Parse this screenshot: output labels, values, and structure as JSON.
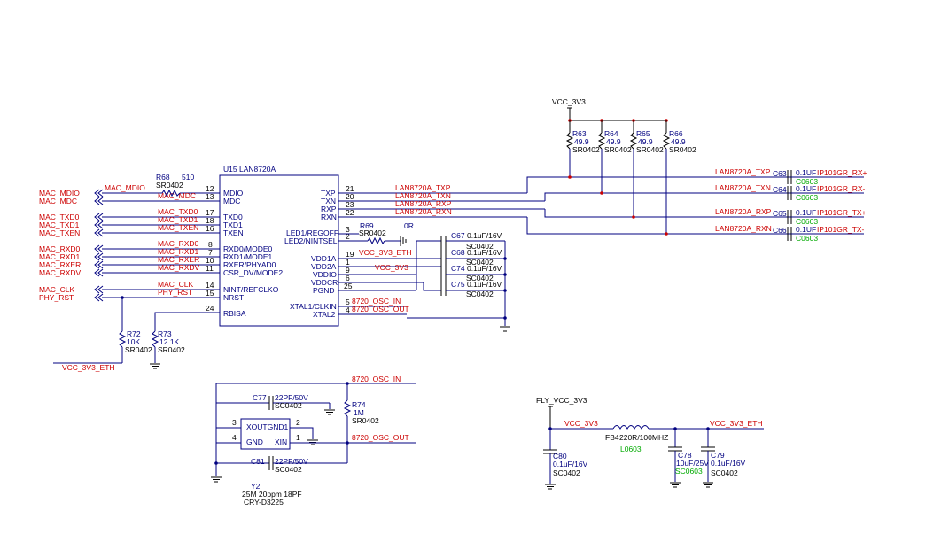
{
  "colors": {
    "wire": "#000080",
    "net": "#cc0000",
    "part": "#000080",
    "green": "#00aa00"
  },
  "u15": {
    "ref": "U15",
    "value": "LAN8720A",
    "left_pins": [
      {
        "num": "12",
        "name": "MDIO"
      },
      {
        "num": "13",
        "name": "MDC"
      },
      {
        "num": "17",
        "name": "TXD0"
      },
      {
        "num": "18",
        "name": "TXD1"
      },
      {
        "num": "16",
        "name": "TXEN"
      },
      {
        "num": "8",
        "name": "RXD0/MODE0"
      },
      {
        "num": "7",
        "name": "RXD1/MODE1"
      },
      {
        "num": "10",
        "name": "RXER/PHYAD0"
      },
      {
        "num": "11",
        "name": "CSR_DV/MODE2"
      },
      {
        "num": "14",
        "name": "NINT/REFCLKO"
      },
      {
        "num": "15",
        "name": "NRST"
      },
      {
        "num": "24",
        "name": "RBISA"
      }
    ],
    "right_pins": [
      {
        "num": "21",
        "name": "TXP"
      },
      {
        "num": "20",
        "name": "TXN"
      },
      {
        "num": "23",
        "name": "RXP"
      },
      {
        "num": "22",
        "name": "RXN"
      },
      {
        "num": "3",
        "name": "LED1/REGOFF"
      },
      {
        "num": "2",
        "name": "LED2/NINTSEL"
      },
      {
        "num": "19",
        "name": "VDD1A"
      },
      {
        "num": "1",
        "name": "VDD2A"
      },
      {
        "num": "9",
        "name": "VDDIO"
      },
      {
        "num": "6",
        "name": "VDDCR"
      },
      {
        "num": "25",
        "name": "PGND"
      },
      {
        "num": "5",
        "name": "XTAL1/CLKIN"
      },
      {
        "num": "4",
        "name": "XTAL2"
      }
    ]
  },
  "mac_ports": [
    "MAC_MDIO",
    "MAC_MDC",
    "MAC_TXD0",
    "MAC_TXD1",
    "MAC_TXEN",
    "MAC_RXD0",
    "MAC_RXD1",
    "MAC_RXER",
    "MAC_RXDV",
    "MAC_CLK",
    "PHY_RST"
  ],
  "mac_wire_labels": [
    "MAC_MDIO",
    "MAC_MDC",
    "MAC_TXD0",
    "MAC_TXD1",
    "MAC_TXEN",
    "MAC_RXD0",
    "MAC_RXD1",
    "MAC_RXER",
    "MAC_RXDV",
    "MAC_CLK",
    "PHY_RST"
  ],
  "r68": {
    "ref": "R68",
    "value": "510",
    "footprint": "SR0402"
  },
  "r69": {
    "ref": "R69",
    "value": "0R",
    "footprint": "SR0402"
  },
  "r72": {
    "ref": "R72",
    "value": "10K",
    "footprint": "SR0402"
  },
  "r73": {
    "ref": "R73",
    "value": "12.1K",
    "footprint": "SR0402"
  },
  "vcc_eth_left": "VCC_3V3_ETH",
  "pwr_nets": {
    "vdd1a": "VCC_3V3_ETH",
    "vdd2a": "VCC_3V3"
  },
  "osc_nets": {
    "in": "8720_OSC_IN",
    "out": "8720_OSC_OUT"
  },
  "decoupling": [
    {
      "ref": "C67",
      "value": "0.1uF/16V",
      "footprint": "SC0402"
    },
    {
      "ref": "C68",
      "value": "0.1uF/16V",
      "footprint": "SC0402"
    },
    {
      "ref": "C74",
      "value": "0.1uF/16V",
      "footprint": "SC0402"
    },
    {
      "ref": "C75",
      "value": "0.1uF/16V",
      "footprint": "SC0402"
    }
  ],
  "pullups": {
    "supply": "VCC_3V3",
    "resistors": [
      {
        "ref": "R63",
        "value": "49.9",
        "footprint": "SR0402"
      },
      {
        "ref": "R64",
        "value": "49.9",
        "footprint": "SR0402"
      },
      {
        "ref": "R65",
        "value": "49.9",
        "footprint": "SR0402"
      },
      {
        "ref": "R66",
        "value": "49.9",
        "footprint": "SR0402"
      }
    ]
  },
  "eth_lines": [
    {
      "net": "LAN8720A_TXP",
      "cap": "C63",
      "value": "0.1UF",
      "port": "IP101GR_RX+",
      "footprint": "C0603"
    },
    {
      "net": "LAN8720A_TXN",
      "cap": "C64",
      "value": "0.1UF",
      "port": "IP101GR_RX-",
      "footprint": "C0603"
    },
    {
      "net": "LAN8720A_RXP",
      "cap": "C65",
      "value": "0.1UF",
      "port": "IP101GR_TX+",
      "footprint": "C0603"
    },
    {
      "net": "LAN8720A_RXN",
      "cap": "C66",
      "value": "0.1UF",
      "port": "IP101GR_TX-",
      "footprint": "C0603"
    }
  ],
  "eth_wire_labels": [
    "LAN8720A_TXP",
    "LAN8720A_TXN",
    "LAN8720A_RXP",
    "LAN8720A_RXN"
  ],
  "crystal": {
    "ref": "Y2",
    "value": "25M 20ppm 18PF",
    "footprint": "CRY-D3225",
    "body_label": "XOUTGND1",
    "gnd_pin": "GND",
    "xin_pin": "XIN",
    "pin_nums": {
      "p1": "1",
      "p2": "2",
      "p3": "3",
      "p4": "4"
    }
  },
  "c77": {
    "ref": "C77",
    "value": "22PF/50V",
    "footprint": "SC0402"
  },
  "c81": {
    "ref": "C81",
    "value": "22PF/50V",
    "footprint": "SC0402"
  },
  "r74": {
    "ref": "R74",
    "value": "1M",
    "footprint": "SR0402"
  },
  "power_filter": {
    "fly_label": "FLY_VCC_3V3",
    "in_net": "VCC_3V3",
    "out_net": "VCC_3V3_ETH",
    "fb": {
      "ref": "FB4",
      "value": "220R/100MHZ",
      "footprint": "L0603"
    },
    "c80": {
      "ref": "C80",
      "value": "0.1uF/16V",
      "footprint": "SC0402"
    },
    "c78": {
      "ref": "C78",
      "value": "10uF/25V",
      "footprint": "SC0603"
    },
    "c79": {
      "ref": "C79",
      "value": "0.1uF/16V",
      "footprint": "SC0402"
    }
  }
}
